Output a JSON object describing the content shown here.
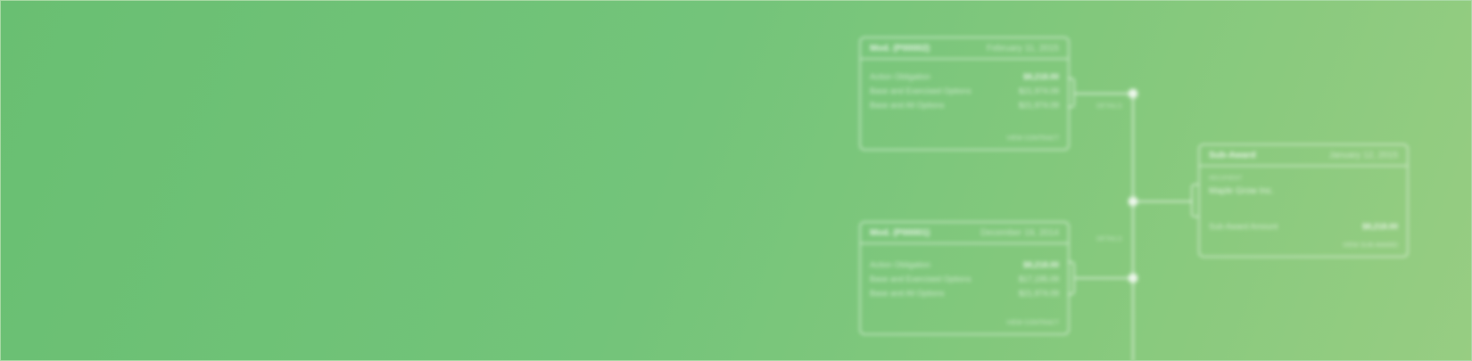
{
  "cards": [
    {
      "title": "Mod. (P00002)",
      "date": "February 11, 2015",
      "rows": [
        {
          "label": "Action Obligation",
          "value": "$8,218.00"
        },
        {
          "label": "Base and Exercised Options",
          "value": "$21,974.09"
        },
        {
          "label": "Base and All Options",
          "value": "$21,974.09"
        }
      ],
      "footer": "VIEW CONTRACT",
      "side_label": "DETAILS"
    },
    {
      "title": "Mod. (P00001)",
      "date": "December 19, 2014",
      "rows": [
        {
          "label": "Action Obligation",
          "value": "$8,218.00"
        },
        {
          "label": "Base and Exercised Options",
          "value": "$17,195.09"
        },
        {
          "label": "Base and All Options",
          "value": "$21,974.09"
        }
      ],
      "footer": "VIEW CONTRACT",
      "side_label": "DETAILS"
    }
  ],
  "award": {
    "title": "Sub-Award",
    "date": "January 12, 2015",
    "recipient_label": "RECIPIENT",
    "recipient_name": "Maple Grow Inc.",
    "amount_label": "Sub-Award Amount",
    "amount_value": "$8,218.00",
    "footer": "VIEW SUB-AWARD"
  },
  "colors": {
    "gradient_start": "#69bf72",
    "gradient_end": "#97cd82",
    "line": "#ffffff"
  }
}
